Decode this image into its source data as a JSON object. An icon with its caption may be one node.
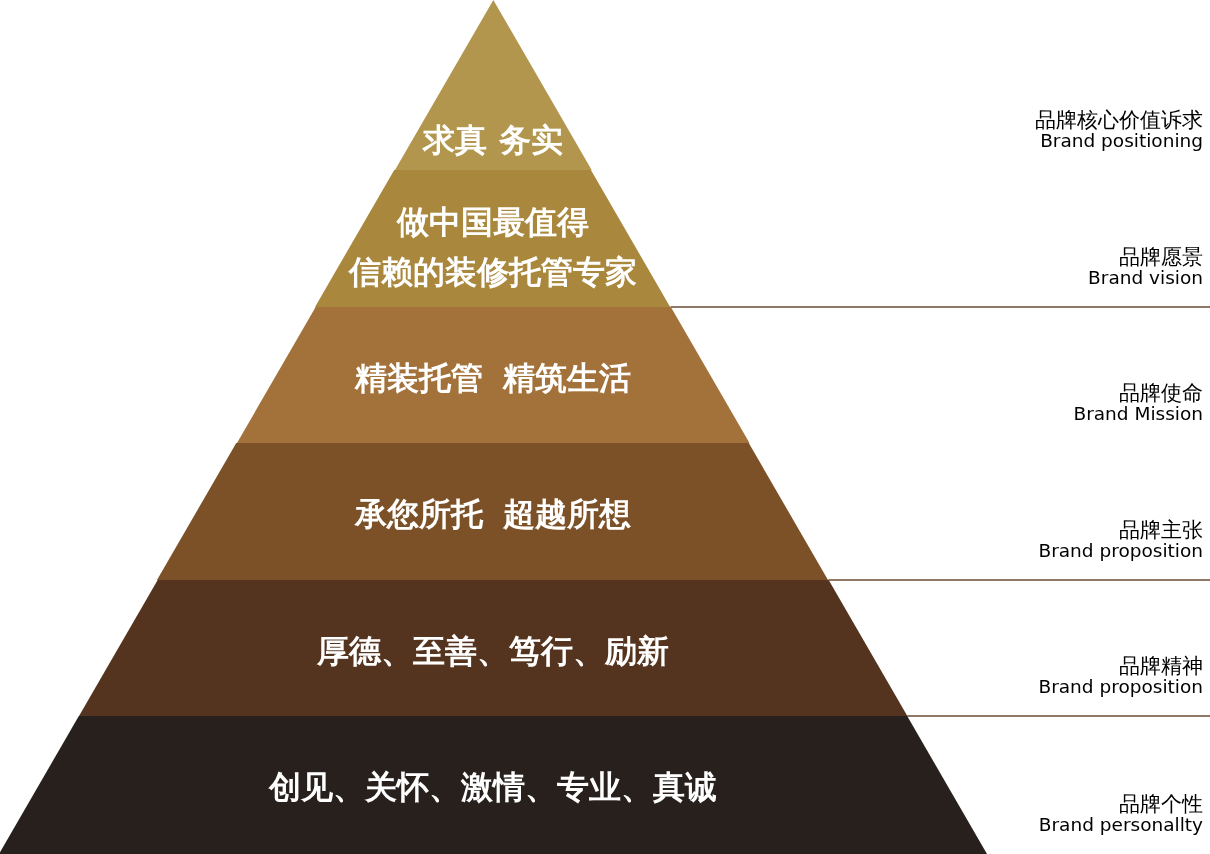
{
  "diagram": {
    "nodes": [
      {
        "text": [
          "求真 务实"
        ],
        "beside": [
          "品牌核心价值诉求",
          "Brand positioning"
        ]
      },
      {
        "text": [
          "做中国最值得信赖的装修托管专家"
        ],
        "beside": [
          "品牌愿景",
          "Brand vision"
        ]
      },
      {
        "text": [
          "精装托管 精筑生活"
        ],
        "beside": [
          "品牌使命",
          "Brand Mission"
        ]
      },
      {
        "text": [
          "承您所托 超越所想"
        ],
        "beside": [
          "品牌主张",
          "Brand proposition"
        ]
      },
      {
        "text": [
          "厚德、至善、笃行、励新"
        ],
        "beside": [
          "品牌精神",
          "Brand proposition"
        ]
      },
      {
        "text": [
          "创见、关怀、激情、专业、真诚"
        ],
        "beside": [
          "品牌个性",
          "Brand personallty"
        ]
      }
    ]
  }
}
